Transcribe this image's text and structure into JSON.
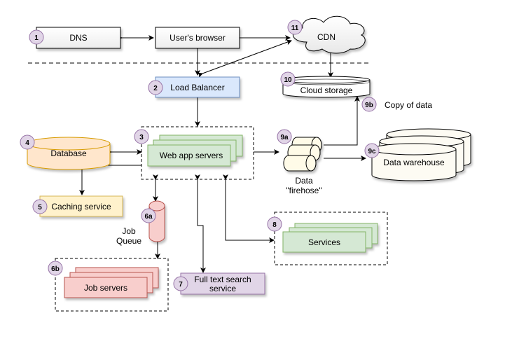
{
  "nodes": {
    "dns": {
      "label": "DNS",
      "badge": "1"
    },
    "browser": {
      "label": "User's browser"
    },
    "cdn": {
      "label": "CDN",
      "badge": "11"
    },
    "load_balancer": {
      "label": "Load Balancer",
      "badge": "2"
    },
    "cloud_storage": {
      "label": "Cloud storage",
      "badge": "10"
    },
    "copy_of_data": {
      "label": "Copy of data",
      "badge": "9b"
    },
    "web_app_servers": {
      "label": "Web app servers",
      "badge": "3"
    },
    "database": {
      "label": "Database",
      "badge": "4"
    },
    "firehose": {
      "label_line1": "Data",
      "label_line2": "\"firehose\"",
      "badge": "9a"
    },
    "data_warehouse": {
      "label": "Data warehouse",
      "badge": "9c"
    },
    "caching_service": {
      "label": "Caching service",
      "badge": "5"
    },
    "job_queue": {
      "label_line1": "Job",
      "label_line2": "Queue",
      "badge": "6a"
    },
    "services": {
      "label": "Services",
      "badge": "8"
    },
    "job_servers": {
      "label": "Job servers",
      "badge": "6b"
    },
    "full_text_search": {
      "label_line1": "Full text search",
      "label_line2": "service",
      "badge": "7"
    }
  },
  "colors": {
    "badge_fill": "#e1d5e7",
    "badge_stroke": "#9673a6",
    "blue_fill": "#dae8fc",
    "blue_stroke": "#6c8ebf",
    "green_fill": "#d5e8d4",
    "green_stroke": "#82b366",
    "orange_fill": "#ffe6cc",
    "orange_stroke": "#d79b00",
    "yellow_fill": "#fff2cc",
    "yellow_stroke": "#d6b656",
    "red_fill": "#f8cecc",
    "red_stroke": "#b85450",
    "purple_fill": "#e1d5e7",
    "purple_stroke": "#9673a6",
    "neutral_fill": "#ffffff",
    "neutral_stroke": "#000000"
  }
}
